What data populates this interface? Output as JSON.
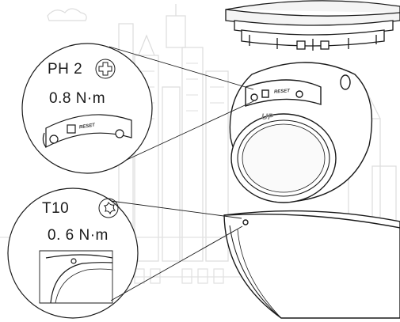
{
  "callout_top": {
    "driver": "PH 2",
    "driver_icon": "phillips-head-icon",
    "torque": "0.8 N·m",
    "plate_label": "RESET"
  },
  "callout_bottom": {
    "driver": "T10",
    "driver_icon": "torx-head-icon",
    "torque": "0. 6 N·m"
  },
  "camera": {
    "body_label": "UP",
    "plate_label": "RESET"
  },
  "colors": {
    "line": "#1a1a1a",
    "background_art": "#d8d8d8"
  }
}
